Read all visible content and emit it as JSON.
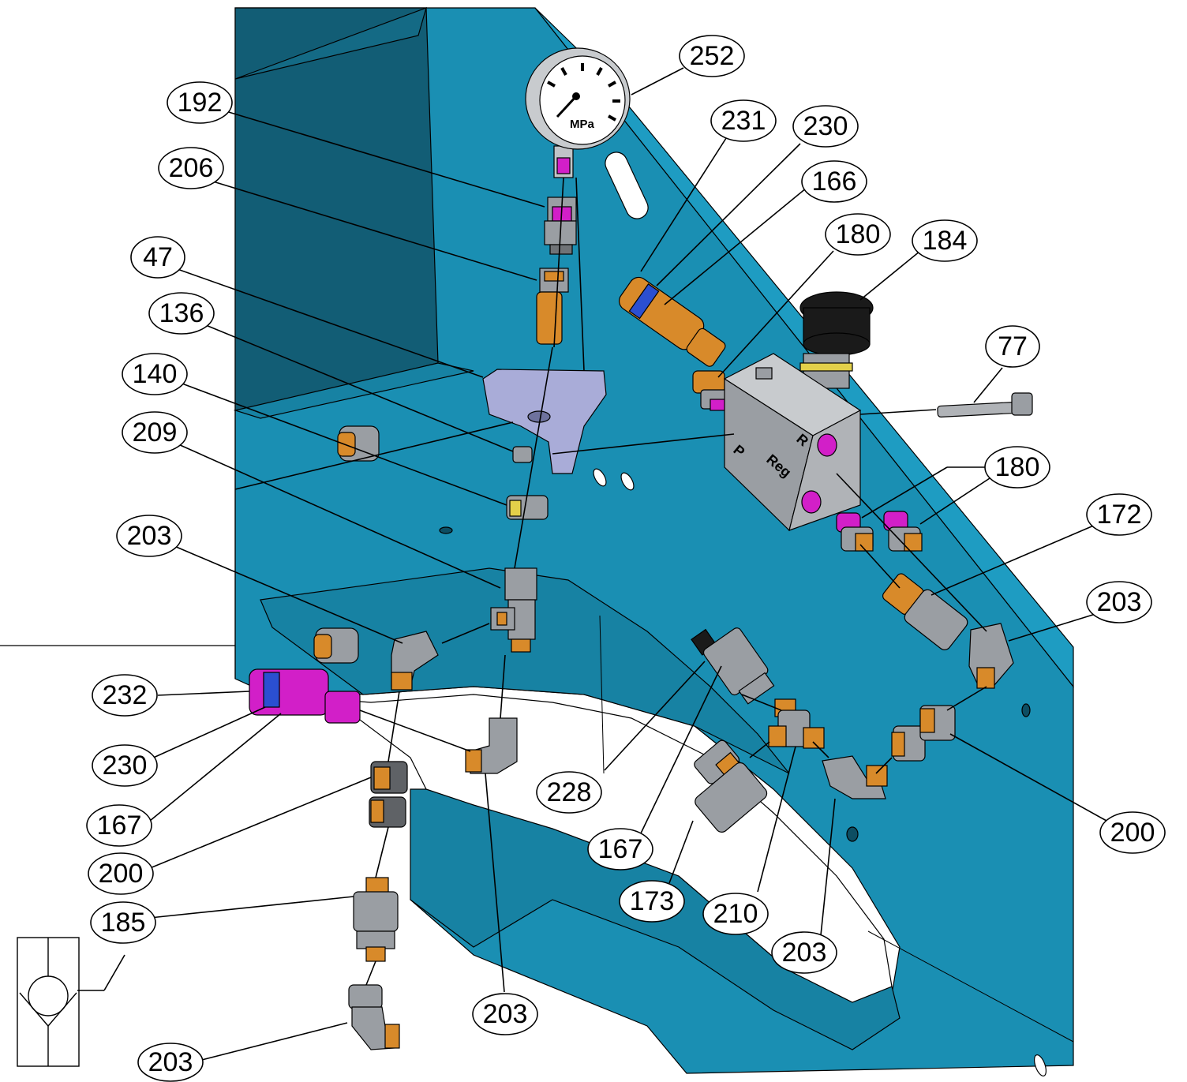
{
  "diagram": {
    "colors": {
      "panel_main": "#1a8fb3",
      "panel_dark": "#125d75",
      "panel_mid": "#1782a3",
      "fitting_orange": "#d88a2a",
      "fitting_gray": "#9a9ea3",
      "port_magenta": "#d21fc8",
      "seal_blue": "#2b4fd1",
      "bracket_lavender": "#a9acd8",
      "knob_black": "#1a1a1a"
    },
    "gauge": {
      "unit": "MPa",
      "icon": "pressure-gauge-icon"
    },
    "valve_block": {
      "ports": [
        "R",
        "Reg",
        "P"
      ]
    },
    "symbol": {
      "icon": "check-valve-symbol-icon"
    },
    "callouts": [
      {
        "id": "c252",
        "label": "252"
      },
      {
        "id": "c192",
        "label": "192"
      },
      {
        "id": "c206",
        "label": "206"
      },
      {
        "id": "c47",
        "label": "47"
      },
      {
        "id": "c136",
        "label": "136"
      },
      {
        "id": "c140",
        "label": "140"
      },
      {
        "id": "c209",
        "label": "209"
      },
      {
        "id": "c203a",
        "label": "203"
      },
      {
        "id": "c232",
        "label": "232"
      },
      {
        "id": "c230a",
        "label": "230"
      },
      {
        "id": "c167a",
        "label": "167"
      },
      {
        "id": "c200a",
        "label": "200"
      },
      {
        "id": "c185",
        "label": "185"
      },
      {
        "id": "c203b",
        "label": "203"
      },
      {
        "id": "c203c",
        "label": "203"
      },
      {
        "id": "c228",
        "label": "228"
      },
      {
        "id": "c167b",
        "label": "167"
      },
      {
        "id": "c173",
        "label": "173"
      },
      {
        "id": "c210",
        "label": "210"
      },
      {
        "id": "c203d",
        "label": "203"
      },
      {
        "id": "c200b",
        "label": "200"
      },
      {
        "id": "c203e",
        "label": "203"
      },
      {
        "id": "c172",
        "label": "172"
      },
      {
        "id": "c180a",
        "label": "180"
      },
      {
        "id": "c77",
        "label": "77"
      },
      {
        "id": "c184",
        "label": "184"
      },
      {
        "id": "c180b",
        "label": "180"
      },
      {
        "id": "c166",
        "label": "166"
      },
      {
        "id": "c230b",
        "label": "230"
      },
      {
        "id": "c231",
        "label": "231"
      }
    ]
  }
}
